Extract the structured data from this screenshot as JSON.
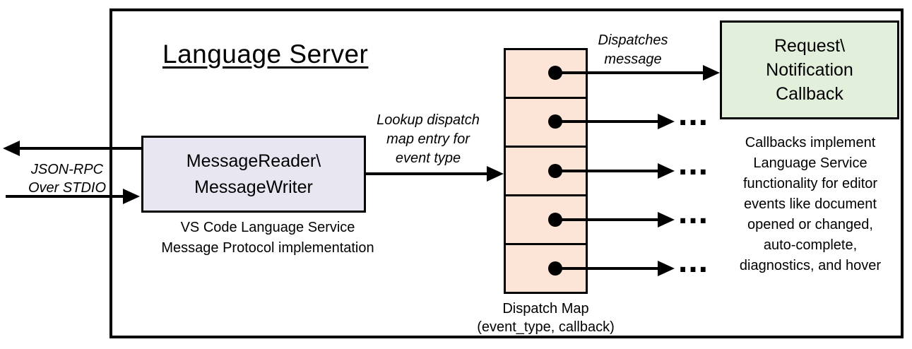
{
  "title": "Language Server",
  "boxes": {
    "reader_writer": {
      "lines": [
        "MessageReader\\",
        "MessageWriter"
      ],
      "caption": [
        "VS Code Language Service",
        "Message Protocol implementation"
      ],
      "fill": "#E8E7F1"
    },
    "dispatch_map": {
      "cell_count": 5,
      "caption": [
        "Dispatch Map",
        "(event_type, callback)"
      ],
      "fill": "#FCE4D6"
    },
    "callback": {
      "lines": [
        "Request\\",
        "Notification",
        "Callback"
      ],
      "fill": "#E2EFDA"
    }
  },
  "labels": {
    "json_rpc": [
      "JSON-RPC",
      "Over STDIO"
    ],
    "lookup": [
      "Lookup dispatch",
      "map entry for",
      "event type"
    ],
    "dispatches": [
      "Dispatches",
      "message"
    ],
    "callbacks_note": [
      "Callbacks implement",
      "Language Service",
      "functionality for editor",
      "events like document",
      "opened or changed,",
      "auto-complete,",
      "diagnostics, and hover"
    ],
    "ellipsis": "..."
  },
  "colors": {
    "line": "#000000",
    "reader_fill": "#E8E7F1",
    "dispatch_fill": "#FCE4D6",
    "callback_fill": "#E2EFDA"
  }
}
